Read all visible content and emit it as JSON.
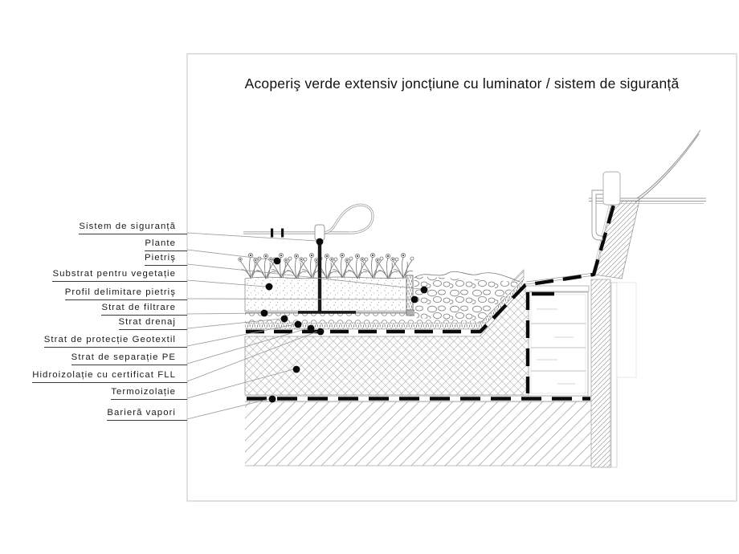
{
  "title": "Acoperiş verde extensiv joncțiune cu luminator / sistem de siguranță",
  "labels": [
    {
      "text": "Sistem de siguranță"
    },
    {
      "text": "Plante"
    },
    {
      "text": "Pietriş"
    },
    {
      "text": "Substrat pentru vegetație"
    },
    {
      "text": "Profil delimitare pietriş"
    },
    {
      "text": "Strat de filtrare"
    },
    {
      "text": "Strat drenaj"
    },
    {
      "text": "Strat de protecție Geotextil"
    },
    {
      "text": "Strat de separație PE"
    },
    {
      "text": "Hidroizolație cu certificat FLL"
    },
    {
      "text": "Termoizolație"
    },
    {
      "text": "Barieră vapori"
    }
  ],
  "colors": {
    "drawing_line": "#999999",
    "membrane_black": "#0a0a0a",
    "frame_border": "#cccccc",
    "text": "#111111"
  }
}
